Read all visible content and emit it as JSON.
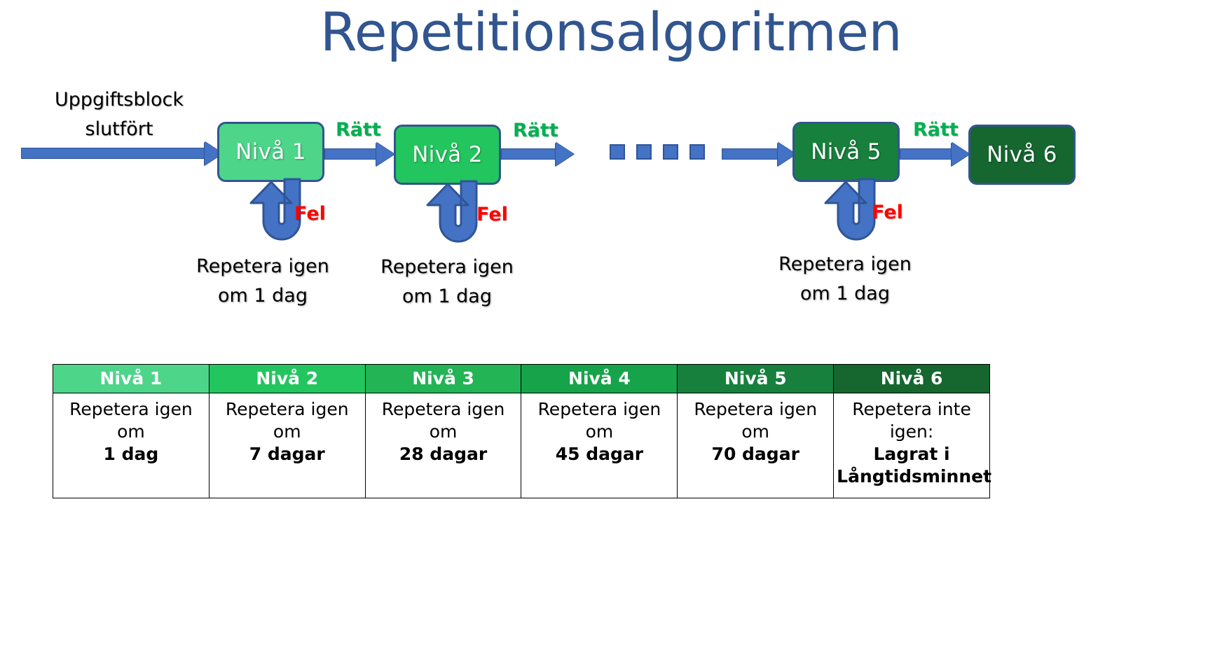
{
  "title": "Repetitionsalgoritmen",
  "colors": {
    "title": "#31558F",
    "arrow": "#4472C4",
    "arrow_border": "#2F5597",
    "ratt": "#00B050",
    "fel": "#FF0000",
    "node_border": "#33558F",
    "level1": "#4DD58A",
    "level2": "#22C55E",
    "level3": "#22B455",
    "level4": "#16A34A",
    "level5": "#17803D",
    "level6": "#15662F"
  },
  "flow": {
    "entry_label_line1": "Uppgiftsblock",
    "entry_label_line2": "slutfört",
    "correct_label": "Rätt",
    "wrong_label": "Fel",
    "repeat_line1": "Repetera igen",
    "repeat_line2": "om 1 dag",
    "nodes": [
      {
        "label": "Nivå 1",
        "color": "#4DD58A"
      },
      {
        "label": "Nivå 2",
        "color": "#22C55E"
      },
      {
        "label": "Nivå 5",
        "color": "#17803D"
      },
      {
        "label": "Nivå 6",
        "color": "#15662F"
      }
    ],
    "ellipsis_dots": 4
  },
  "table": {
    "headers": [
      {
        "label": "Nivå 1",
        "color": "#4DD58A"
      },
      {
        "label": "Nivå 2",
        "color": "#22C55E"
      },
      {
        "label": "Nivå 3",
        "color": "#22B455"
      },
      {
        "label": "Nivå 4",
        "color": "#16A34A"
      },
      {
        "label": "Nivå 5",
        "color": "#17803D"
      },
      {
        "label": "Nivå 6",
        "color": "#15662F"
      }
    ],
    "rows": [
      {
        "cells": [
          {
            "text": "Repetera igen om",
            "strong": "1 dag"
          },
          {
            "text": "Repetera igen om",
            "strong": "7 dagar"
          },
          {
            "text": "Repetera igen om",
            "strong": "28 dagar"
          },
          {
            "text": "Repetera igen om",
            "strong": "45 dagar"
          },
          {
            "text": "Repetera igen om",
            "strong": "70 dagar"
          },
          {
            "text": "Repetera inte igen:",
            "strong": "Lagrat i Långtidsminnet"
          }
        ]
      }
    ]
  }
}
